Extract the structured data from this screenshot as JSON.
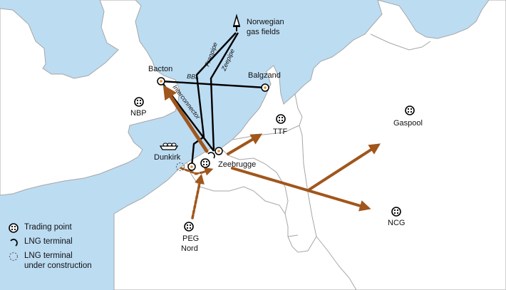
{
  "labels": {
    "norwegian": [
      "Norwegian",
      "gas fields"
    ],
    "bacton": "Bacton",
    "balgzand": "Balgzand",
    "nbp": "NBP",
    "ttf": "TTF",
    "gaspool": "Gaspool",
    "dunkirk": "Dunkirk",
    "zeebrugge": "Zeebrugge",
    "ncg": "NCG",
    "peg": [
      "PEG",
      "Nord"
    ]
  },
  "pipelines": {
    "bbl": "BBL",
    "interconnector": "Interconnector",
    "franpipe": "Franpipe",
    "zeepipe": "Zeepipe"
  },
  "legend": {
    "trading_point": "Trading point",
    "lng_terminal": "LNG terminal",
    "lng_construction": [
      "LNG terminal",
      "under construction"
    ]
  },
  "colors": {
    "sea": "#bcdcf2",
    "land": "#ffffff",
    "border": "#a6a6a6",
    "pipeline": "#000000",
    "flow_arrow": "#a0561c"
  }
}
